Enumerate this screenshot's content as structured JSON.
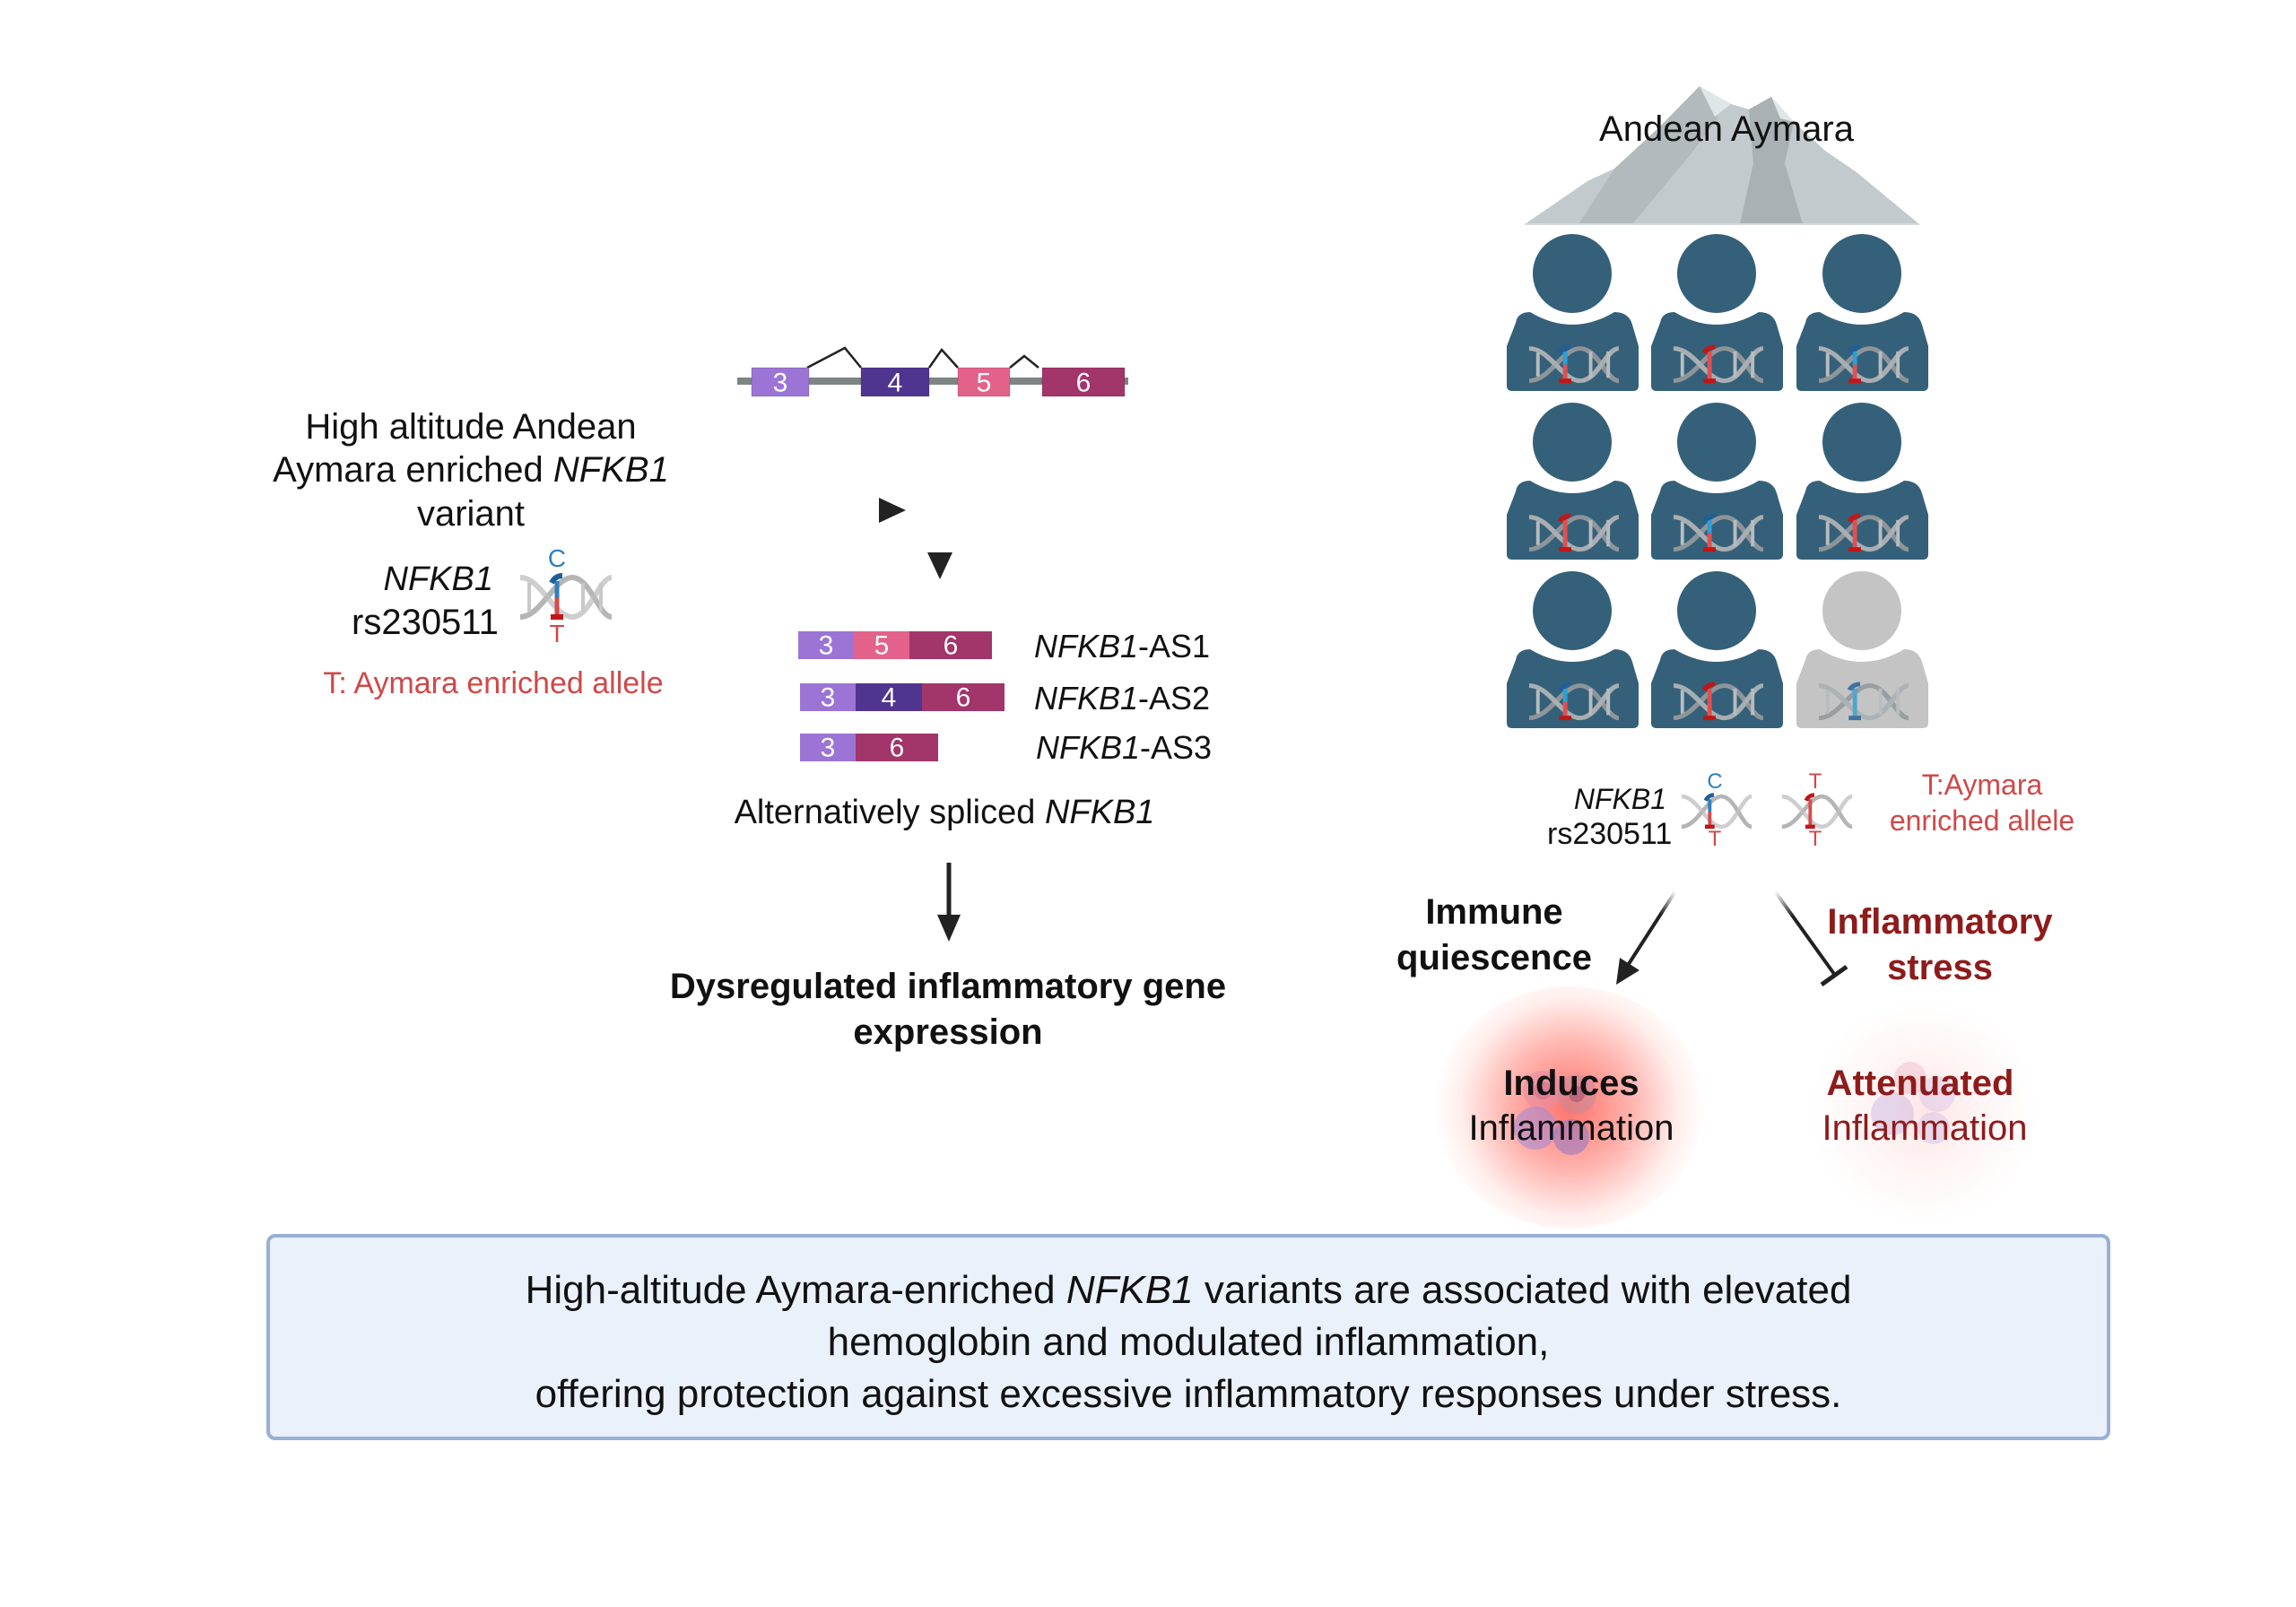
{
  "left_panel": {
    "heading_lines": [
      "High altitude Andean",
      "Aymara enriched ",
      "variant"
    ],
    "heading_gene": "NFKB1",
    "snp_gene": "NFKB1",
    "snp_id": "rs230511",
    "allele_top": "C",
    "allele_bottom": "T",
    "allele_note": "T: Aymara enriched allele"
  },
  "gene_structure": {
    "exons": [
      {
        "label": "3",
        "color": "#9b74d6"
      },
      {
        "label": "4",
        "color": "#4f3590"
      },
      {
        "label": "5",
        "color": "#e2628a"
      },
      {
        "label": "6",
        "color": "#a2356a"
      }
    ],
    "intron_color": "#7d8584"
  },
  "transcripts": {
    "items": [
      {
        "exons": [
          "3",
          "5",
          "6"
        ],
        "gene": "NFKB1",
        "suffix": "-AS1"
      },
      {
        "exons": [
          "3",
          "4",
          "6"
        ],
        "gene": "NFKB1",
        "suffix": "-AS2"
      },
      {
        "exons": [
          "3",
          "6"
        ],
        "gene": "NFKB1",
        "suffix": "-AS3"
      }
    ],
    "caption_prefix": "Alternatively spliced ",
    "caption_gene": "NFKB1"
  },
  "outcome_left": {
    "lines": [
      "Dysregulated inflammatory gene",
      "expression"
    ]
  },
  "population": {
    "title": "Andean Aymara",
    "person_color": "#35607a",
    "person_color_non_carrier": "#c4c4c4",
    "genotypes": [
      [
        "CT",
        "TT",
        "CT"
      ],
      [
        "TT",
        "CT",
        "TT"
      ],
      [
        "CT",
        "TT",
        "CC"
      ]
    ]
  },
  "genotype_legend": {
    "gene": "NFKB1",
    "snp_id": "rs230511",
    "het": {
      "top": "C",
      "bottom": "T"
    },
    "hom": {
      "top": "T",
      "bottom": "T"
    },
    "note_lines": [
      "T:Aymara",
      "enriched allele"
    ]
  },
  "pathways": {
    "left_label": [
      "Immune",
      "quiescence"
    ],
    "right_label": [
      "Inflammatory",
      "stress"
    ],
    "left_outcome": {
      "bold": "Induces",
      "regular": "Inflammation"
    },
    "right_outcome": {
      "bold": "Attenuated",
      "regular": "Inflammation"
    }
  },
  "summary": {
    "line1_prefix": "High-altitude Aymara-enriched ",
    "line1_gene": "NFKB1",
    "line1_suffix": " variants are associated with elevated",
    "line2": "hemoglobin and modulated inflammation,",
    "line3": "offering protection against excessive inflammatory responses under stress."
  }
}
